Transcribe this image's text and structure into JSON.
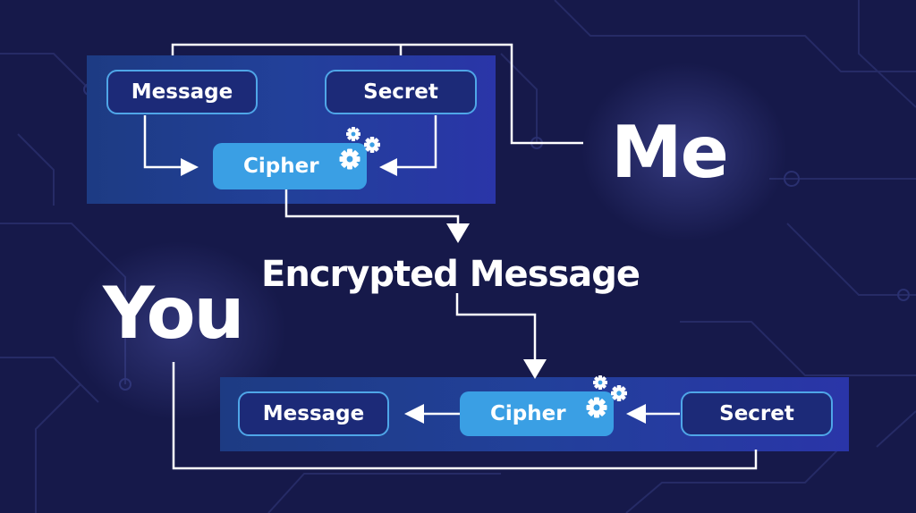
{
  "colors": {
    "background": "#16194a",
    "panel": "#22409a",
    "box_border": "#4fa6e8",
    "cipher_fill": "#3a9fe4",
    "text": "#ffffff"
  },
  "sender": {
    "label": "Me",
    "message_label": "Message",
    "secret_label": "Secret",
    "cipher_label": "Cipher"
  },
  "encrypted_label": "Encrypted Message",
  "receiver": {
    "label": "You",
    "message_label": "Message",
    "secret_label": "Secret",
    "cipher_label": "Cipher"
  },
  "icons": [
    "gears-icon",
    "arrow-icon"
  ]
}
